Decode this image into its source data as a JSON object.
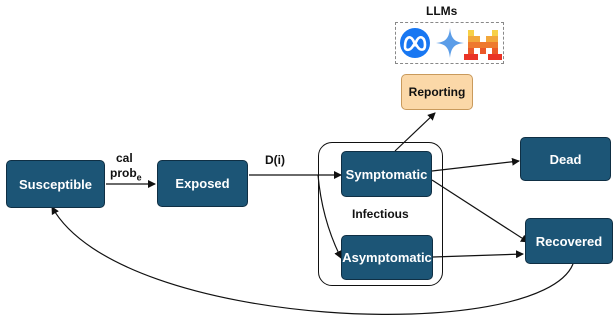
{
  "nodes": {
    "susceptible": "Susceptible",
    "exposed": "Exposed",
    "symptomatic": "Symptomatic",
    "asymptomatic": "Asymptomatic",
    "dead": "Dead",
    "recovered": "Recovered",
    "reporting": "Reporting"
  },
  "group_label": "Infectious",
  "edge_labels": {
    "transmission_line1": "cal",
    "transmission_line2": "prob",
    "transmission_sub": "e",
    "progression": "D(i)"
  },
  "llms": {
    "title": "LLMs",
    "icons": [
      "meta-logo-icon",
      "gemini-sparkle-icon",
      "mistral-logo-icon"
    ]
  },
  "colors": {
    "node_fill": "#1c5576",
    "reporting_fill": "#fbd8a8"
  }
}
